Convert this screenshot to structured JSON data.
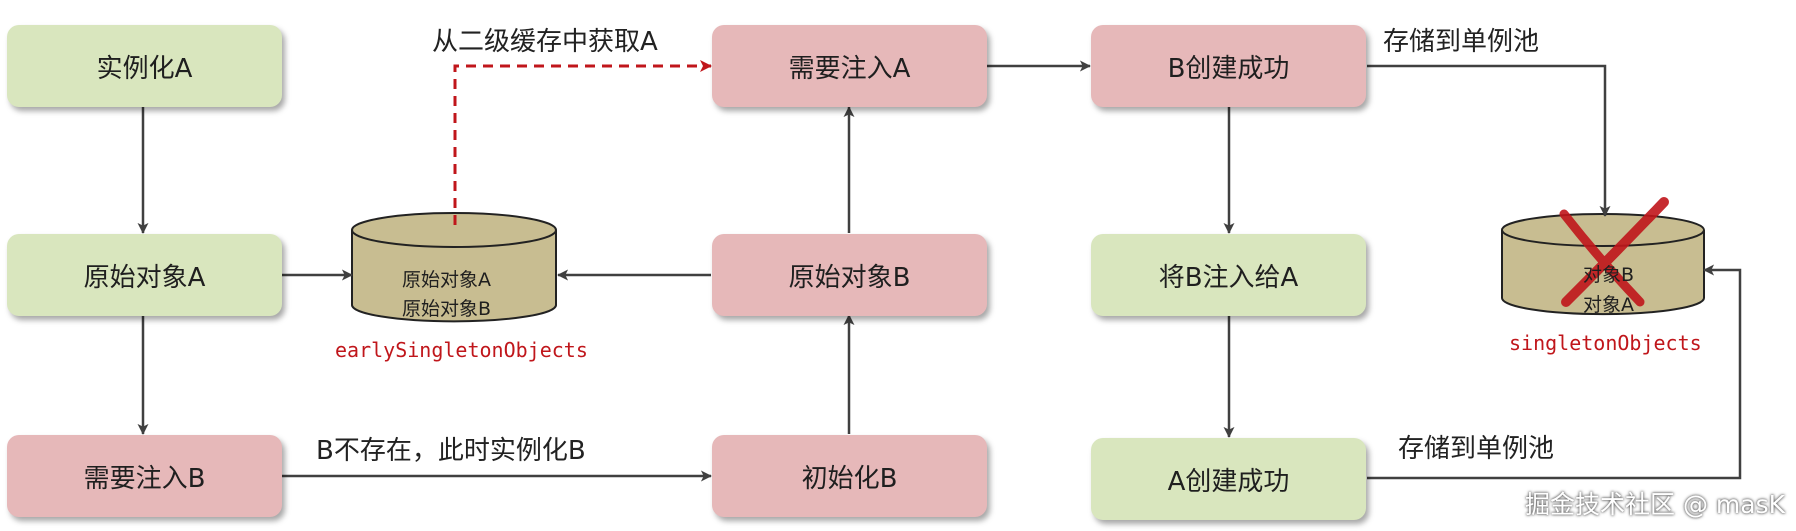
{
  "diagram": {
    "boxes": {
      "instantiate_a": "实例化A",
      "raw_object_a": "原始对象A",
      "need_inject_b": "需要注入B",
      "need_inject_a": "需要注入A",
      "raw_object_b": "原始对象B",
      "init_b": "初始化B",
      "b_created": "B创建成功",
      "inject_b_into_a": "将B注入给A",
      "a_created": "A创建成功"
    },
    "edge_labels": {
      "get_from_second_cache": "从二级缓存中获取A",
      "b_not_exist": "B不存在，此时实例化B",
      "store_pool_top": "存储到单例池",
      "store_pool_bottom": "存储到单例池"
    },
    "early_cache": {
      "name": "earlySingletonObjects",
      "items": [
        "原始对象A",
        "原始对象B"
      ]
    },
    "singleton_pool": {
      "name": "singletonObjects",
      "items": [
        "对象B",
        "对象A"
      ]
    },
    "colors": {
      "green_box": "#d9e6be",
      "pink_box": "#e6b8b9",
      "cylinder": "#c8bd91",
      "arrow": "#404040",
      "dashed_arrow": "#c0161b",
      "cross": "#c0161b"
    }
  },
  "watermark": "掘金技术社区 @ masK"
}
